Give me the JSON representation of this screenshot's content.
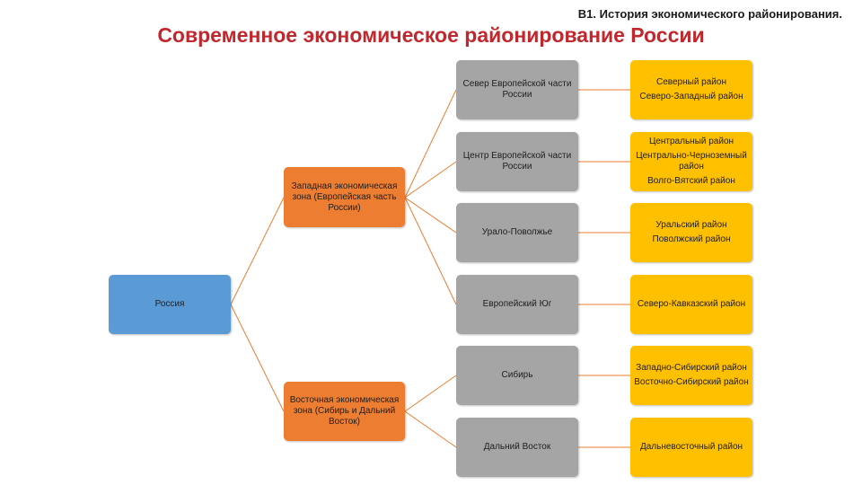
{
  "header": {
    "section": "В1. История экономического районирования.",
    "title": "Современное экономическое районирование России"
  },
  "tree": {
    "root": "Россия",
    "zones": [
      {
        "label": "Западная экономическая зона  (Европейская часть России)"
      },
      {
        "label": "Восточная экономическая зона (Сибирь и Дальний Восток)"
      }
    ],
    "macroregions": [
      {
        "label": "Север Европейской части России",
        "zone": 0
      },
      {
        "label": "Центр Европейской части России",
        "zone": 0
      },
      {
        "label": "Урало-Поволжье",
        "zone": 0
      },
      {
        "label": "Европейский Юг",
        "zone": 0
      },
      {
        "label": "Сибирь",
        "zone": 1
      },
      {
        "label": "Дальний Восток",
        "zone": 1
      }
    ],
    "regions": [
      [
        "Северный район",
        "Северо-Западный район"
      ],
      [
        "Центральный район",
        "Центрально-Черноземный район",
        "Волго-Вятский район"
      ],
      [
        "Уральский район",
        "Поволжский район"
      ],
      [
        "Северо-Кавказский район"
      ],
      [
        "Западно-Сибирский район",
        "Восточно-Сибирский район"
      ],
      [
        "Дальневосточный район"
      ]
    ]
  },
  "colors": {
    "root": "#5b9bd5",
    "zone": "#ed7d31",
    "macroregion": "#a5a5a5",
    "region": "#ffc000",
    "connector": "#ed7d31"
  }
}
